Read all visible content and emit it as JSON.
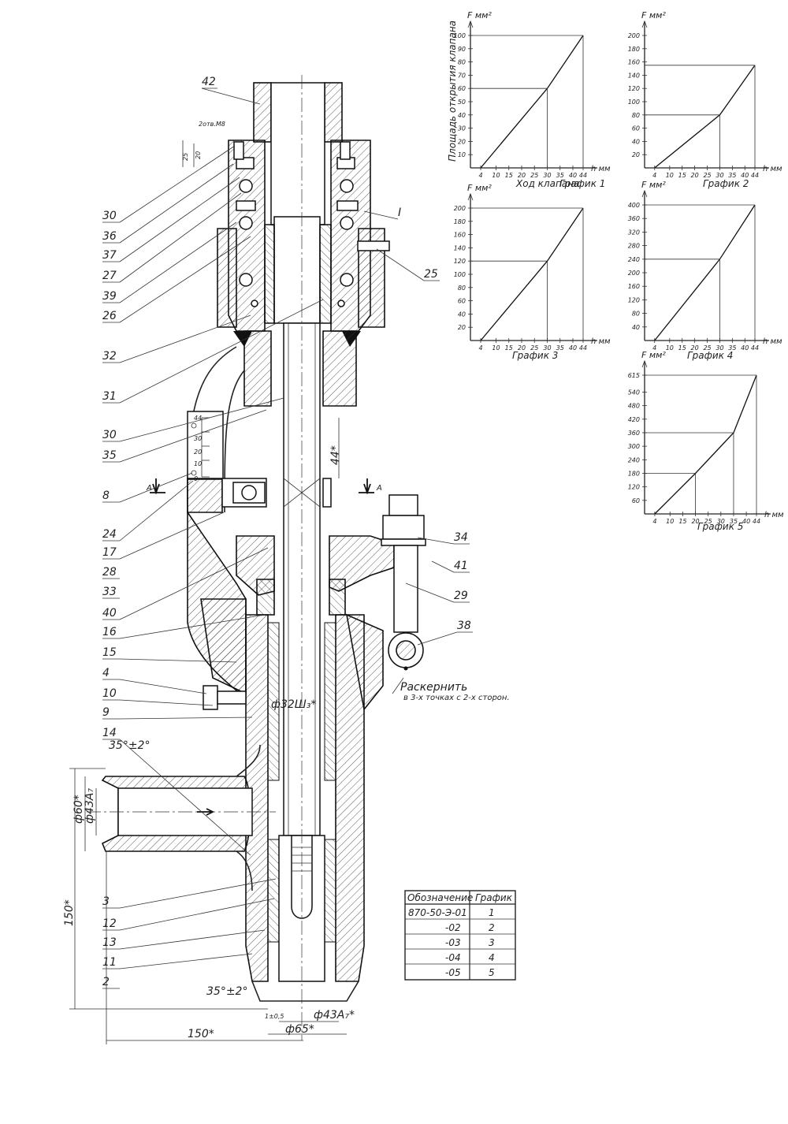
{
  "drawing": {
    "part_labels_left": [
      "30",
      "36",
      "37",
      "27",
      "39",
      "26",
      "32",
      "31",
      "30",
      "35",
      "8",
      "24",
      "17",
      "28",
      "33",
      "40",
      "16",
      "15",
      "4",
      "10",
      "9",
      "14",
      "3",
      "12",
      "13",
      "11",
      "2"
    ],
    "part_labels_right": [
      "42",
      "25",
      "34",
      "41",
      "29",
      "38"
    ],
    "section_mark": "I",
    "section_cut": "A",
    "annotation_holes": "2отв.М8",
    "annotation_punch_1": "Раскернить",
    "annotation_punch_2": "в 3-х точках с 2-х сторон.",
    "dims": {
      "d60": "ф60*",
      "d43a": "ф43А₇",
      "d32": "ф32Ш₃*",
      "d43b": "ф43А₇*",
      "d65": "ф65*",
      "len150v": "150*",
      "len150h": "150*",
      "angle_top": "35°±2°",
      "angle_bot": "35°±2°",
      "dim25": "25",
      "dim20": "20",
      "stroke44": "44*",
      "dim1a": "1±0,5",
      "scale": [
        "44",
        "30",
        "20",
        "10",
        "0"
      ]
    }
  },
  "table": {
    "headers": [
      "Обозначение",
      "График"
    ],
    "rows": [
      {
        "designation": "870-50-Э-01",
        "graph": "1"
      },
      {
        "designation": "-02",
        "graph": "2"
      },
      {
        "designation": "-03",
        "graph": "3"
      },
      {
        "designation": "-04",
        "graph": "4"
      },
      {
        "designation": "-05",
        "graph": "5"
      }
    ]
  },
  "chart_data": [
    {
      "type": "line",
      "title": "График 1",
      "ylabel": "F мм²",
      "ylabel_long": "Площадь открытия клапана",
      "xlabel": "h мм",
      "xlabel_long": "Ход клапана",
      "xticks": [
        4,
        10,
        15,
        20,
        25,
        30,
        35,
        40,
        44
      ],
      "yticks": [
        10,
        20,
        30,
        40,
        50,
        60,
        70,
        80,
        90,
        100
      ],
      "ylim": [
        0,
        100
      ],
      "xlim": [
        0,
        44
      ],
      "x": [
        4,
        30,
        44
      ],
      "y": [
        0,
        60,
        100
      ]
    },
    {
      "type": "line",
      "title": "График 2",
      "ylabel": "F мм²",
      "xlabel": "h мм",
      "xticks": [
        4,
        10,
        15,
        20,
        25,
        30,
        35,
        40,
        44
      ],
      "yticks": [
        20,
        40,
        60,
        80,
        100,
        120,
        140,
        160,
        180,
        200
      ],
      "ylim": [
        0,
        200
      ],
      "xlim": [
        0,
        44
      ],
      "x": [
        4,
        30,
        44
      ],
      "y": [
        0,
        80,
        155
      ]
    },
    {
      "type": "line",
      "title": "График 3",
      "ylabel": "F мм²",
      "xlabel": "h мм",
      "xticks": [
        4,
        10,
        15,
        20,
        25,
        30,
        35,
        40,
        44
      ],
      "yticks": [
        20,
        40,
        60,
        80,
        100,
        120,
        140,
        160,
        180,
        200
      ],
      "ylim": [
        0,
        200
      ],
      "xlim": [
        0,
        44
      ],
      "x": [
        4,
        30,
        44
      ],
      "y": [
        0,
        120,
        200
      ]
    },
    {
      "type": "line",
      "title": "График 4",
      "ylabel": "F мм²",
      "xlabel": "h мм",
      "xticks": [
        4,
        10,
        15,
        20,
        25,
        30,
        35,
        40,
        44
      ],
      "yticks": [
        40,
        80,
        120,
        160,
        200,
        240,
        280,
        320,
        360,
        400
      ],
      "ylim": [
        0,
        400
      ],
      "xlim": [
        0,
        44
      ],
      "x": [
        4,
        30,
        44
      ],
      "y": [
        0,
        240,
        400
      ]
    },
    {
      "type": "line",
      "title": "График 5",
      "ylabel": "F мм²",
      "xlabel": "h мм",
      "xticks": [
        4,
        10,
        15,
        20,
        25,
        30,
        35,
        40,
        44
      ],
      "yticks": [
        60,
        120,
        180,
        240,
        300,
        360,
        420,
        480,
        540,
        615
      ],
      "ylim": [
        0,
        615
      ],
      "xlim": [
        0,
        44
      ],
      "x": [
        4,
        20,
        35,
        44
      ],
      "y": [
        0,
        180,
        360,
        615
      ]
    }
  ]
}
